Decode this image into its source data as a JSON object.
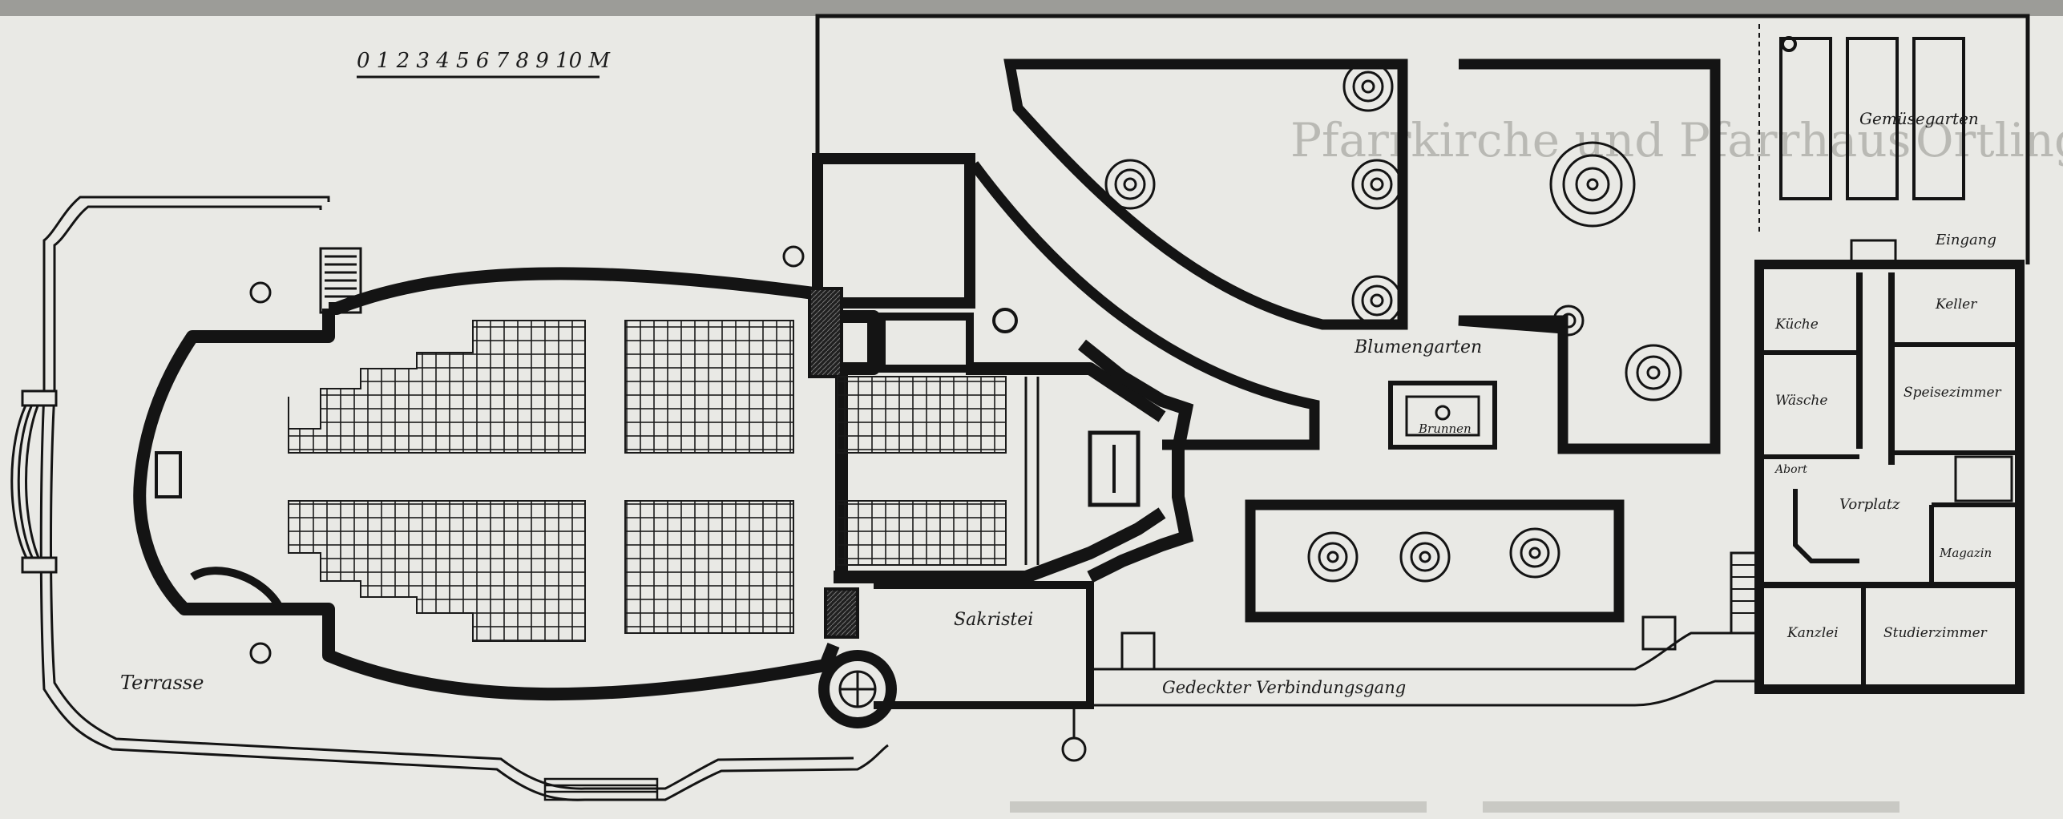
{
  "scale_bar": {
    "label": "0 1 2 3 4 5 6 7 8 9 10 M"
  },
  "rooms": {
    "terrace": "Terrasse",
    "sacristy": "Sakristei",
    "corridor": "Gedeckter Verbindungsgang",
    "flower_garden": "Blumengarten",
    "fountain": "Brunnen",
    "vegetable_garden": "Gemüsegarten",
    "entrance": "Eingang",
    "kitchen": "Küche",
    "pantry": "Keller",
    "laundry": "Wäsche",
    "dining_room": "Speisezimmer",
    "vestibule": "Vorplatz",
    "storage": "Magazin",
    "office": "Kanzlei",
    "study": "Studierzimmer",
    "small_room": "Abort"
  },
  "bleed_through": {
    "title": "Pfarrkirche und Pfarrhaus",
    "right": "Ortling"
  },
  "colors": {
    "ink": "#141414",
    "paper": "#e9e9e5",
    "fill": "#2a2a2a"
  }
}
